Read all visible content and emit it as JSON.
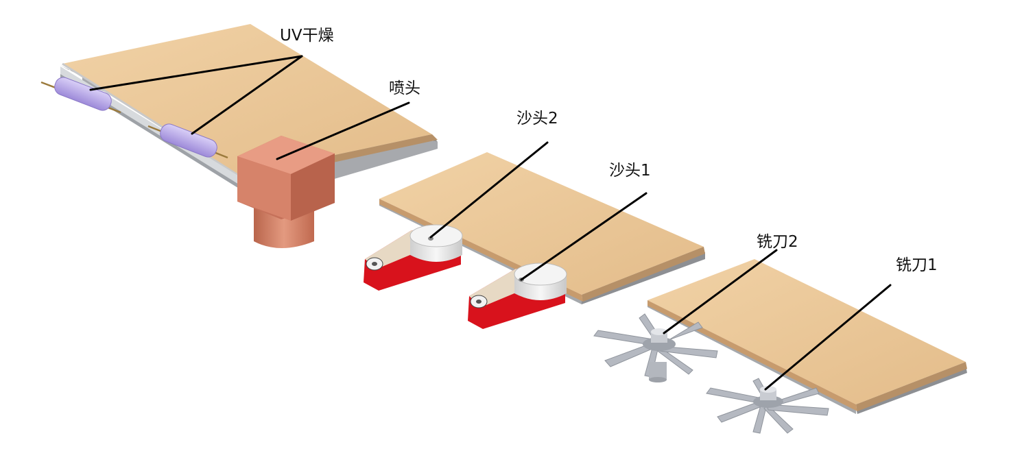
{
  "labels": {
    "uv": "UV干燥",
    "nozzle": "喷头",
    "sand2": "沙头2",
    "sand1": "沙头1",
    "mill2": "铣刀2",
    "mill1": "铣刀1"
  },
  "colors": {
    "board_top": "#ecc99a",
    "board_edge": "#c9a173",
    "rail": "#b9bdc2",
    "uv_lamp": "#b9a6e8",
    "nozzle": "#cf7a60",
    "sander_belt": "#d8121c",
    "sander_drum": "#e6e6e6",
    "cutter": "#b8bcc4",
    "leader_line": "#000000"
  }
}
